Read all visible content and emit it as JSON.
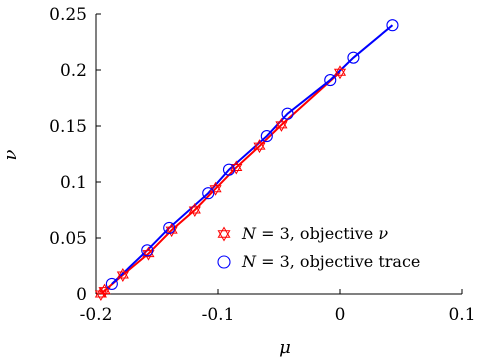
{
  "chart_data": {
    "type": "scatter",
    "xlabel": "μ",
    "ylabel": "ν",
    "xlim": [
      -0.2,
      0.1
    ],
    "ylim": [
      0,
      0.25
    ],
    "xticks": [
      -0.2,
      -0.1,
      0,
      0.1
    ],
    "xtick_labels": [
      "-0.2",
      "-0.1",
      "0",
      "0.1"
    ],
    "yticks": [
      0,
      0.05,
      0.1,
      0.15,
      0.2,
      0.25
    ],
    "ytick_labels": [
      "0",
      "0.05",
      "0.1",
      "0.15",
      "0.2",
      "0.25"
    ],
    "grid": false,
    "legend_position": "bottom-right",
    "series": [
      {
        "name": "N = 3, objective ν",
        "legend_prefix": "N",
        "legend_suffix": " = 3, objective ",
        "legend_symbol": "ν",
        "marker": "hexagram",
        "color": "#ff0000",
        "line_color": "#ff0000",
        "x": [
          -0.196,
          -0.193,
          -0.178,
          -0.157,
          -0.138,
          -0.119,
          -0.102,
          -0.085,
          -0.066,
          -0.048,
          0.0
        ],
        "y": [
          0.0,
          0.003,
          0.017,
          0.036,
          0.057,
          0.075,
          0.094,
          0.113,
          0.132,
          0.151,
          0.198
        ]
      },
      {
        "name": "N = 3, objective trace",
        "legend_prefix": "N",
        "legend_suffix": " = 3, objective trace",
        "legend_symbol": "",
        "marker": "circle",
        "color": "#0000ff",
        "line_color": "#0000ff",
        "x": [
          -0.187,
          -0.158,
          -0.14,
          -0.108,
          -0.091,
          -0.06,
          -0.043,
          -0.008,
          0.011,
          0.043
        ],
        "y": [
          0.009,
          0.039,
          0.059,
          0.09,
          0.111,
          0.141,
          0.161,
          0.191,
          0.211,
          0.24
        ]
      }
    ]
  }
}
